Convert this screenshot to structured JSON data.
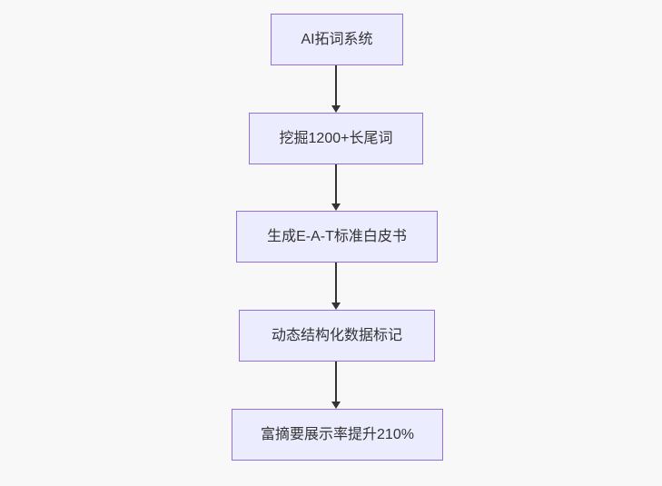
{
  "diagram": {
    "type": "flowchart",
    "direction": "top-down",
    "colors": {
      "background": "#f8f8f8",
      "node_fill": "#ECECFF",
      "node_border": "#9370DB",
      "node_text": "#333333",
      "arrow": "#333333"
    },
    "nodes": [
      {
        "label": "AI拓词系统"
      },
      {
        "label": "挖掘1200+长尾词"
      },
      {
        "label": "生成E-A-T标准白皮书"
      },
      {
        "label": "动态结构化数据标记"
      },
      {
        "label": "富摘要展示率提升210%"
      }
    ],
    "edges": [
      {
        "from": 0,
        "to": 1,
        "arrowhead": "filled-triangle-down"
      },
      {
        "from": 1,
        "to": 2,
        "arrowhead": "filled-triangle-down"
      },
      {
        "from": 2,
        "to": 3,
        "arrowhead": "filled-triangle-down"
      },
      {
        "from": 3,
        "to": 4,
        "arrowhead": "filled-triangle-down"
      }
    ]
  }
}
